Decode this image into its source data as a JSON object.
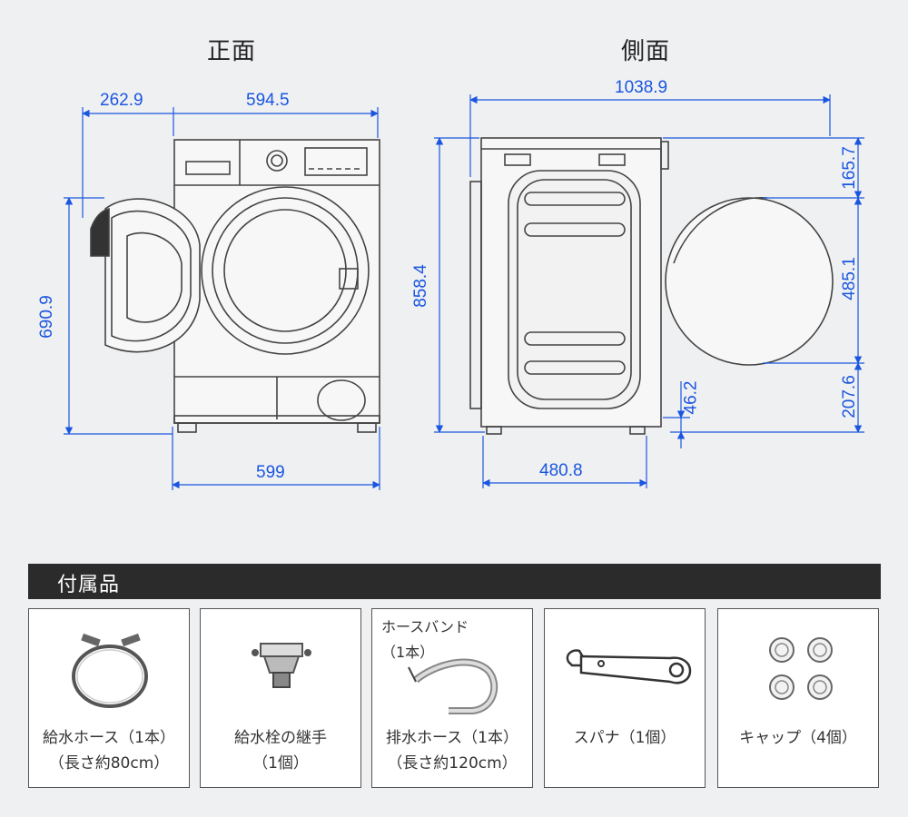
{
  "views": {
    "front_title": "正面",
    "side_title": "側面"
  },
  "dimensions": {
    "front_door_width": "262.9",
    "front_body_width": "594.5",
    "front_height": "690.9",
    "front_base_width": "599",
    "side_total_depth": "1038.9",
    "side_height": "858.4",
    "side_base_depth": "480.8",
    "side_leg_height": "46.2",
    "side_top_gap": "165.7",
    "side_door_dia": "485.1",
    "side_bottom_gap": "207.6"
  },
  "accessories": {
    "title": "付属品",
    "items": [
      {
        "name": "給水ホース（1本）",
        "detail": "（長さ約80cm）",
        "icon": "water-supply-hose-icon"
      },
      {
        "name": "給水栓の継手",
        "detail": "（1個）",
        "icon": "faucet-joint-icon"
      },
      {
        "name": "排水ホース（1本）",
        "detail": "（長さ約120cm）",
        "icon": "drain-hose-icon",
        "note_line1": "ホースバンド",
        "note_line2": "（1本）"
      },
      {
        "name": "スパナ（1個）",
        "detail": "",
        "icon": "spanner-icon"
      },
      {
        "name": "キャップ（4個）",
        "detail": "",
        "icon": "caps-icon"
      }
    ]
  },
  "colors": {
    "dimension": "#1a56e0",
    "outline": "#444444",
    "header_bar": "#2b2b2b"
  }
}
